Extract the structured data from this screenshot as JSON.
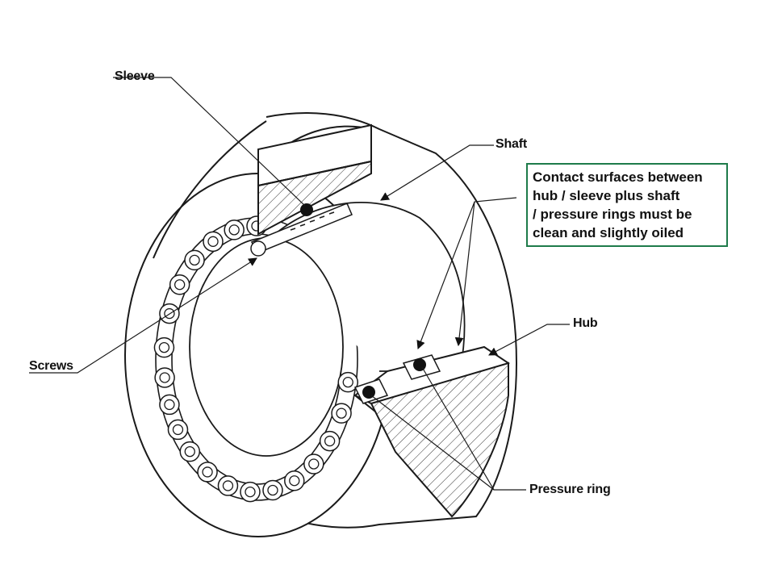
{
  "labels": {
    "sleeve": "Sleeve",
    "shaft": "Shaft",
    "hub": "Hub",
    "screws": "Screws",
    "pressure_ring": "Pressure ring"
  },
  "note": {
    "lines": [
      "Contact surfaces between",
      "hub / sleeve plus shaft",
      " / pressure rings must be",
      " clean and slightly oiled"
    ],
    "border_color": "#1e7b4a"
  },
  "colors": {
    "line": "#1a1a1a",
    "fill": "#ffffff",
    "ball": "#111111"
  }
}
